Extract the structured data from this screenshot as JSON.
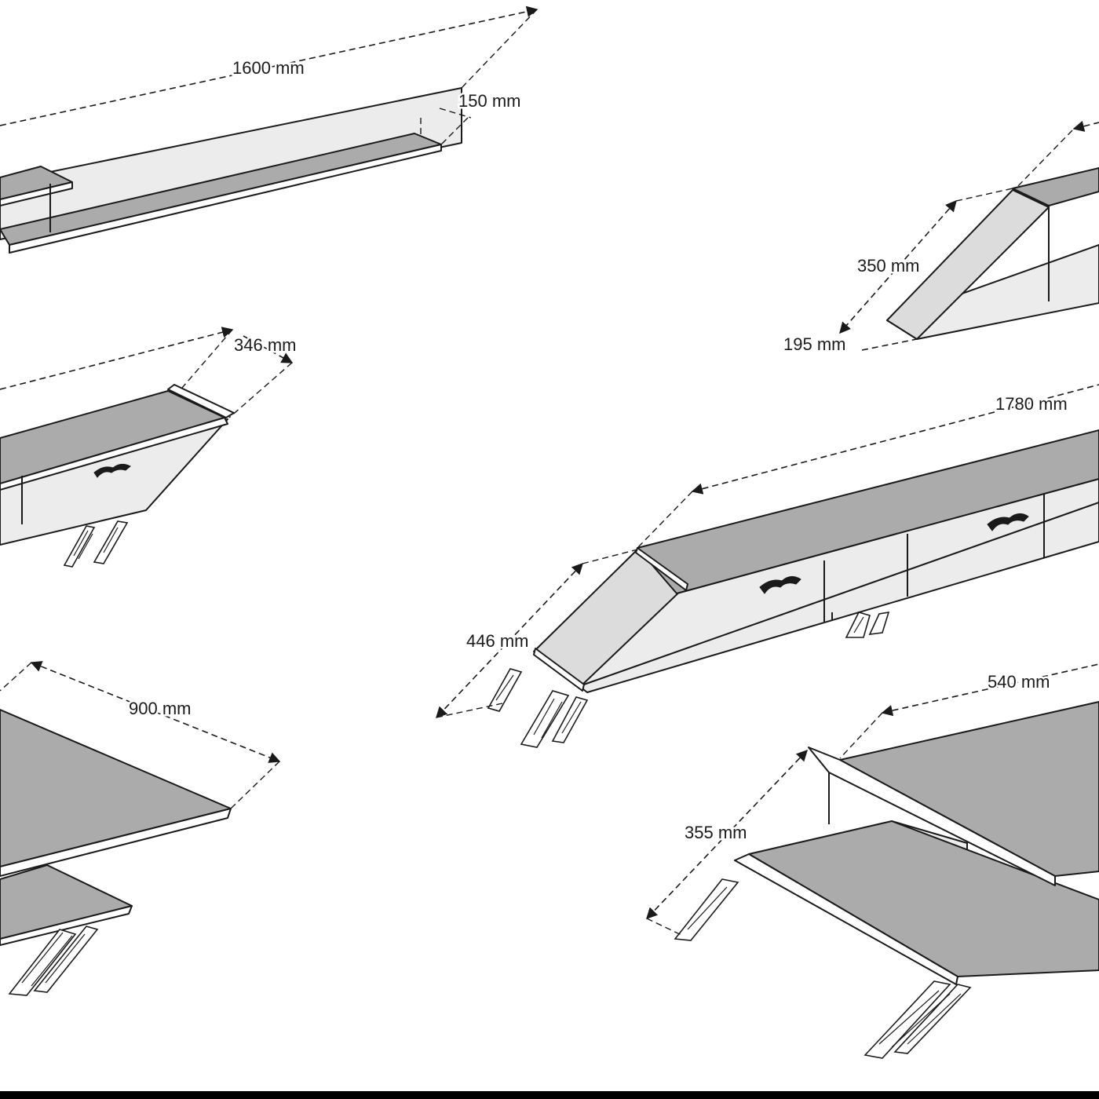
{
  "dimensions": {
    "shelf_length": "1600 mm",
    "shelf_depth": "150 mm",
    "side_unit_height": "350 mm",
    "side_unit_depth": "195 mm",
    "drawer_depth": "346 mm",
    "tv_unit_length": "1780 mm",
    "tv_unit_height": "446 mm",
    "table_length": "900 mm",
    "coffee_table_width": "540 mm",
    "coffee_table_height": "355 mm"
  },
  "colors": {
    "top_surface": "#ababab",
    "front_face": "#ececec",
    "line": "#1a1a1a",
    "background": "#ffffff"
  },
  "icons": [
    "drawer-handle-icon",
    "dimension-arrow-icon"
  ]
}
